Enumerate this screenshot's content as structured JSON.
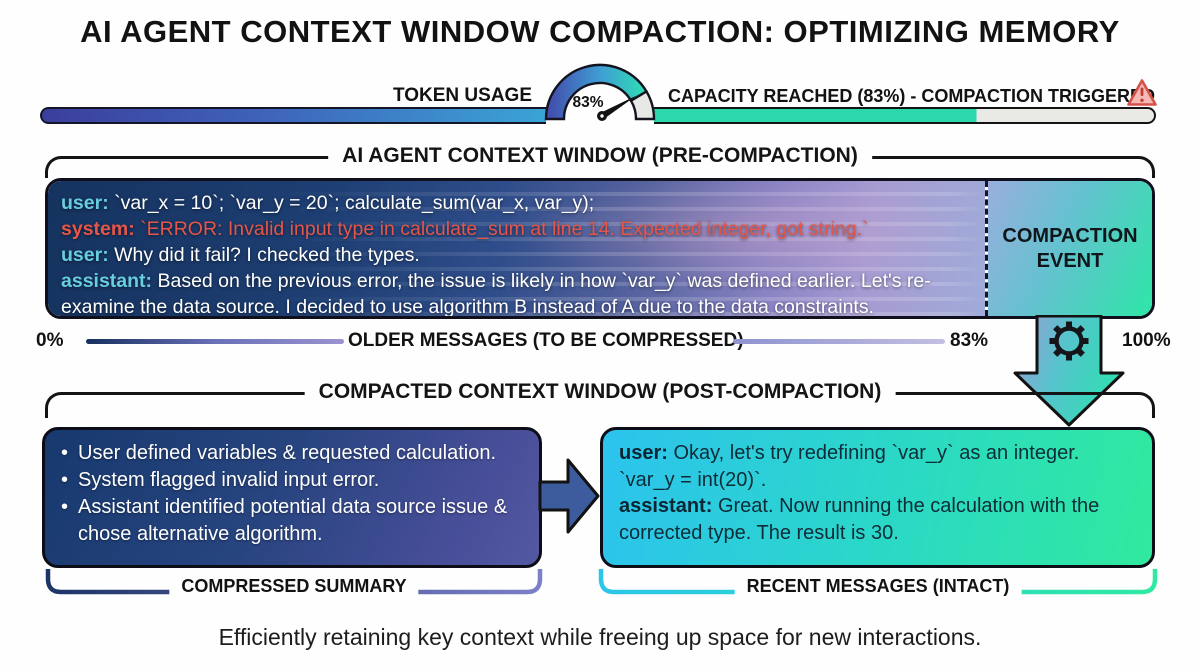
{
  "title": "AI AGENT CONTEXT WINDOW COMPACTION: OPTIMIZING MEMORY",
  "meter": {
    "label": "TOKEN USAGE",
    "value_text": "83%",
    "percent": 83,
    "status_text": "CAPACITY REACHED (83%) - COMPACTION TRIGGERED"
  },
  "pre_section": {
    "title": "AI AGENT CONTEXT WINDOW (PRE-COMPACTION)",
    "messages": [
      {
        "role_label": "user:",
        "text": "`var_x = 10`; `var_y = 20`; calculate_sum(var_x, var_y);"
      },
      {
        "role_label": "system:",
        "text": "`ERROR: Invalid input type in calculate_sum at line 14. Expected integer, got string.`"
      },
      {
        "role_label": "user:",
        "text": "Why did it fail? I checked the types."
      },
      {
        "role_label": "assistant:",
        "text": "Based on the previous error, the issue is likely in how `var_y` was defined earlier. Let's re-examine the data source. I decided to use algorithm B instead of A due to the data constraints."
      }
    ],
    "compaction_event_label": "COMPACTION EVENT",
    "scale": {
      "start_label": "0%",
      "mid_label": "OLDER MESSAGES (TO BE COMPRESSED)",
      "threshold_label": "83%",
      "end_label": "100%"
    }
  },
  "post_section": {
    "title": "COMPACTED CONTEXT WINDOW (POST-COMPACTION)",
    "summary_box": {
      "bullet_char": "•",
      "bullets": [
        "User defined variables & requested calculation.",
        "System flagged invalid input error.",
        "Assistant identified potential data source issue & chose alternative algorithm."
      ],
      "caption": "COMPRESSED SUMMARY"
    },
    "recent_box": {
      "messages": [
        {
          "role_label": "user:",
          "text": "Okay, let's try redefining `var_y` as an integer. `var_y = int(20)`."
        },
        {
          "role_label": "assistant:",
          "text": "Great. Now running the calculation with the corrected type. The result is 30."
        }
      ],
      "caption": "RECENT MESSAGES (INTACT)"
    }
  },
  "footer": "Efficiently retaining key context while freeing up space for new interactions.",
  "colors": {
    "bar_blue_start": "#3b3e9c",
    "bar_blue_end": "#3aa4d6",
    "bar_teal": "#2bd8ab",
    "bar_empty": "#e9e9e6",
    "error_red": "#e4564a",
    "role_cyan": "#67cde0",
    "summary_navy": "#17396e",
    "summary_indigo": "#5459a3",
    "recent_cyan": "#2cc3ee",
    "recent_green": "#31e99e"
  }
}
